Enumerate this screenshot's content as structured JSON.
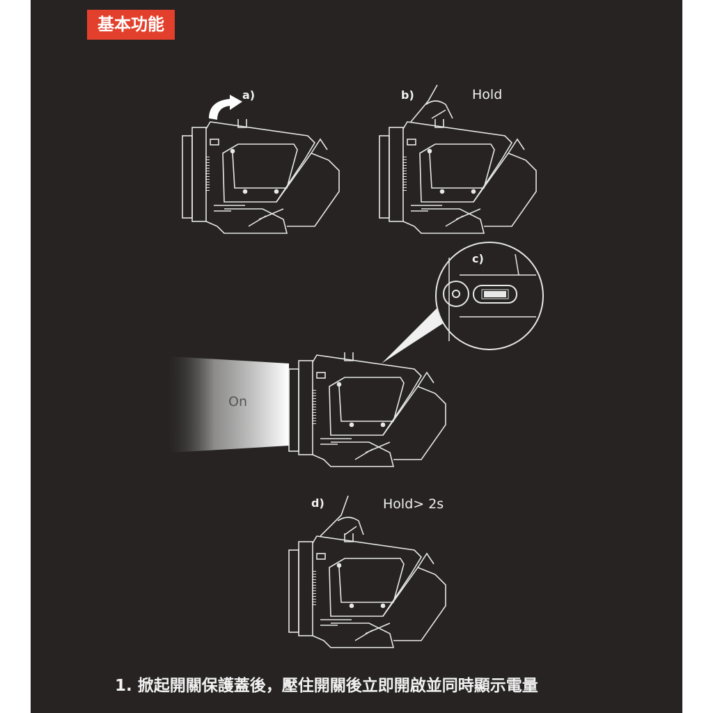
{
  "section_tag": {
    "label": "基本功能",
    "color": "#e2402c"
  },
  "steps": [
    {
      "label": "a)",
      "icon": "lift-arrow-icon"
    },
    {
      "label": "b)",
      "note": "Hold",
      "icon": "finger-press-icon"
    },
    {
      "label": "c)",
      "icon": "battery-indicator-icon"
    },
    {
      "label": "d)",
      "note": "Hold> 2s",
      "icon": "finger-press-icon"
    }
  ],
  "beam_label": "On",
  "caption": "1. 掀起開關保護蓋後，壓住開關後立即開啟並同時顯示電量",
  "colors": {
    "background": "#262322",
    "line": "#e8e8e8"
  }
}
